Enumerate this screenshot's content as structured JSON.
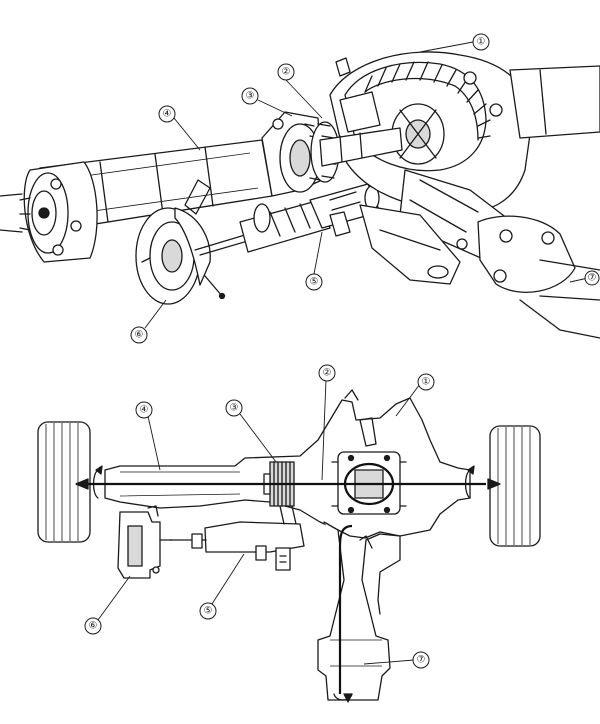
{
  "figure": {
    "top_view": {
      "callouts": [
        {
          "id": "c1",
          "label": "①"
        },
        {
          "id": "c2",
          "label": "②"
        },
        {
          "id": "c3",
          "label": "③"
        },
        {
          "id": "c4",
          "label": "④"
        },
        {
          "id": "c5",
          "label": "⑤"
        },
        {
          "id": "c6",
          "label": "⑥"
        },
        {
          "id": "c7",
          "label": "⑦"
        }
      ]
    },
    "plan_view": {
      "callouts": [
        {
          "id": "c1",
          "label": "①"
        },
        {
          "id": "c2",
          "label": "②"
        },
        {
          "id": "c3",
          "label": "③"
        },
        {
          "id": "c4",
          "label": "④"
        },
        {
          "id": "c5",
          "label": "⑤"
        },
        {
          "id": "c6",
          "label": "⑥"
        },
        {
          "id": "c7",
          "label": "⑦"
        }
      ]
    }
  }
}
